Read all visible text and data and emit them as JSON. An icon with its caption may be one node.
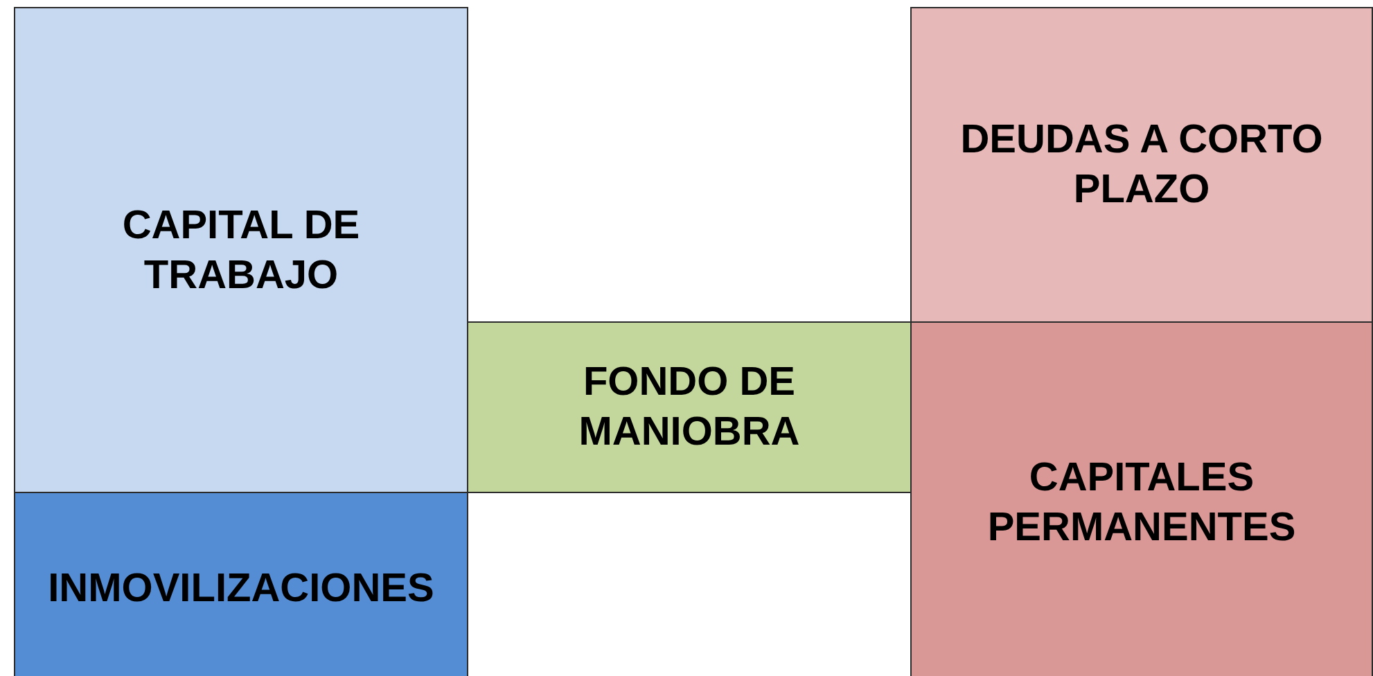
{
  "diagram": {
    "nodes": [
      {
        "text": [
          "CAPITAL DE TRABAJO"
        ]
      },
      {
        "text": [
          "INMOVILIZACIONES"
        ]
      },
      {
        "text": [
          "FONDO DE MANIOBRA"
        ]
      },
      {
        "text": [
          "DEUDAS A CORTO PLAZO"
        ]
      },
      {
        "text": [
          "CAPITALES PERMANENTES"
        ]
      }
    ]
  }
}
